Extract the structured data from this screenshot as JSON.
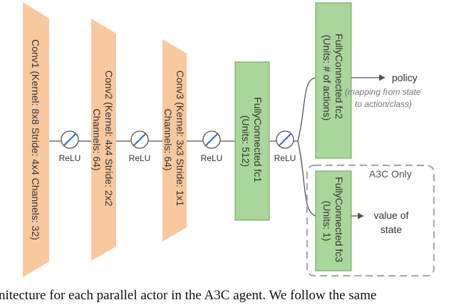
{
  "blocks": {
    "conv1": {
      "lines": [
        "Conv1 (Kernel: 8x8 Stride: 4x4 Channels: 32)"
      ]
    },
    "conv2": {
      "lines": [
        "Conv2 (Kernel: 4x4 Stride: 2x2",
        "Channels: 64)"
      ]
    },
    "conv3": {
      "lines": [
        "Conv3 (Kernel: 3x3 Stride: 1x1",
        "Channels: 64)"
      ]
    },
    "fc1": {
      "lines": [
        "FullyConnected fc1",
        "(Units: 512)"
      ]
    },
    "fc2": {
      "lines": [
        "FullyConnected fc2",
        "(Units: # of actions)"
      ]
    },
    "fc3": {
      "lines": [
        "FullyConnected fc3",
        "(Units: 1)"
      ]
    }
  },
  "activation_label": "ReLU",
  "outputs": {
    "policy": "policy",
    "policy_note_line1": "(mapping from state",
    "policy_note_line2": "to action/class)",
    "value_line1": "value of",
    "value_line2": "state"
  },
  "group_label": "A3C Only",
  "caption": "nitecture for each parallel actor in the A3C agent. We follow the same",
  "colors": {
    "conv_fill": "#f8c89e",
    "fc_fill": "#a9d69a",
    "fc_stroke": "#6aa05a",
    "relu_accent": "#2a6fd6",
    "line": "#555555",
    "dashed_box": "#aaaaaa"
  }
}
